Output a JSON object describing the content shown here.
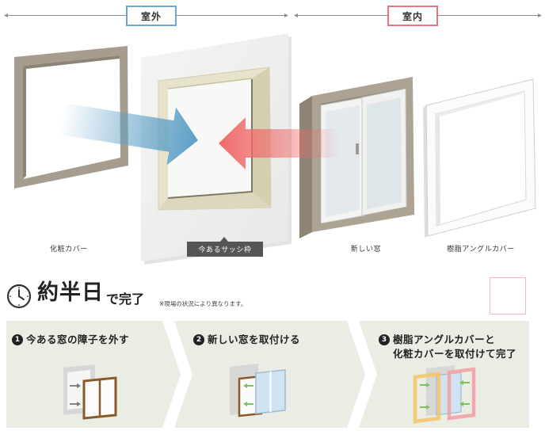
{
  "header": {
    "outdoor": {
      "label": "室外"
    },
    "indoor": {
      "label": "室内"
    }
  },
  "diagram": {
    "decorative_cover": {
      "label": "化粧カバー"
    },
    "existing_sash_frame": {
      "label": "今あるサッシ枠"
    },
    "new_window": {
      "label": "新しい窓"
    },
    "resin_angle_cover": {
      "label": "樹脂アングルカバー"
    },
    "arrows": {
      "outdoor_side": "arrow-right-icon",
      "indoor_side": "arrow-left-icon"
    }
  },
  "duration": {
    "icon": "clock-icon",
    "headline": "約半日",
    "suffix": "で完了",
    "note": "※現場の状況により異なります。"
  },
  "steps": [
    {
      "number": "1",
      "lines": [
        "今ある窓の障子を外す"
      ]
    },
    {
      "number": "2",
      "lines": [
        "新しい窓を取付ける"
      ]
    },
    {
      "number": "3",
      "lines": [
        "樹脂アングルカバーと",
        "化粧カバーを取付けて完了"
      ]
    }
  ],
  "colors": {
    "outdoor_accent": "#6fa6cb",
    "indoor_accent": "#e9737b",
    "outdoor_arrow": "#5c9fc6",
    "indoor_arrow": "#ef6a6a",
    "cover_taupe": "#a79d8e",
    "window_taupe": "#ada393",
    "existing_frame_cream": "#e6e2cb",
    "step_band": "#e9ede3",
    "step_badge": "#222222",
    "tag_background": "#555555",
    "step_arrow_green": "#7dc25a",
    "step_decorative_cover": "#f5c46a",
    "step_angle_cover": "#f3a1a7",
    "step_glass": "#cfe3f1",
    "step_old_frame": "#8b5a2b",
    "outline_box": "#f2b6c6"
  }
}
